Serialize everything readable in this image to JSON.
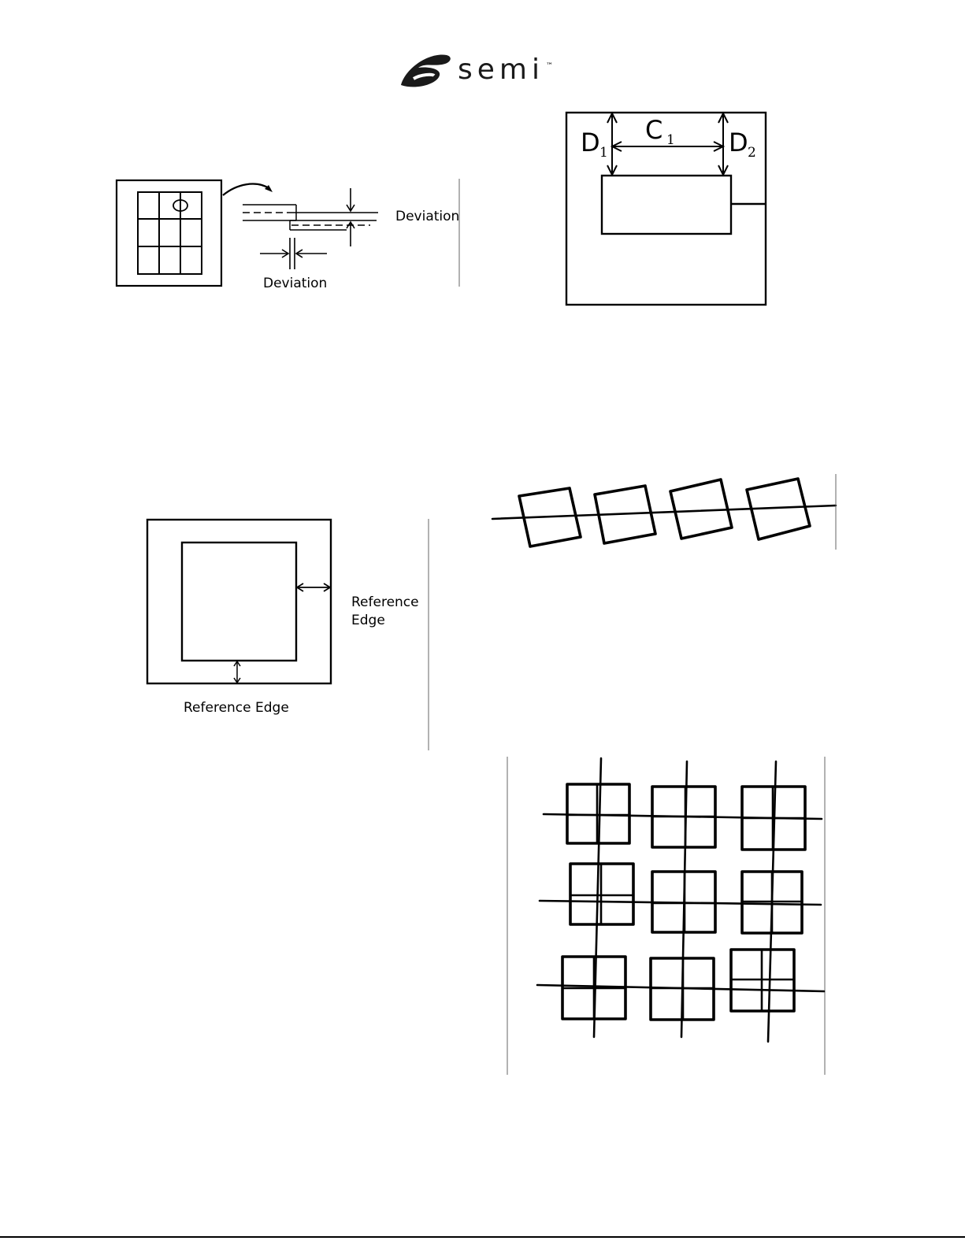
{
  "header": {
    "logo_text": "semi",
    "trademark": "™",
    "brand_color": "#1a1a1a"
  },
  "figure_deviation": {
    "label_vertical": "Deviation",
    "label_horizontal": "Deviation"
  },
  "figure_d1c1d2": {
    "d1_letter": "D",
    "d1_sub": "1",
    "c1_letter": "C",
    "c1_sub": "1",
    "d2_letter": "D",
    "d2_sub": "2"
  },
  "figure_reference_edge": {
    "label_right_line1": "Reference",
    "label_right_line2": "Edge",
    "label_bottom": "Reference Edge"
  }
}
